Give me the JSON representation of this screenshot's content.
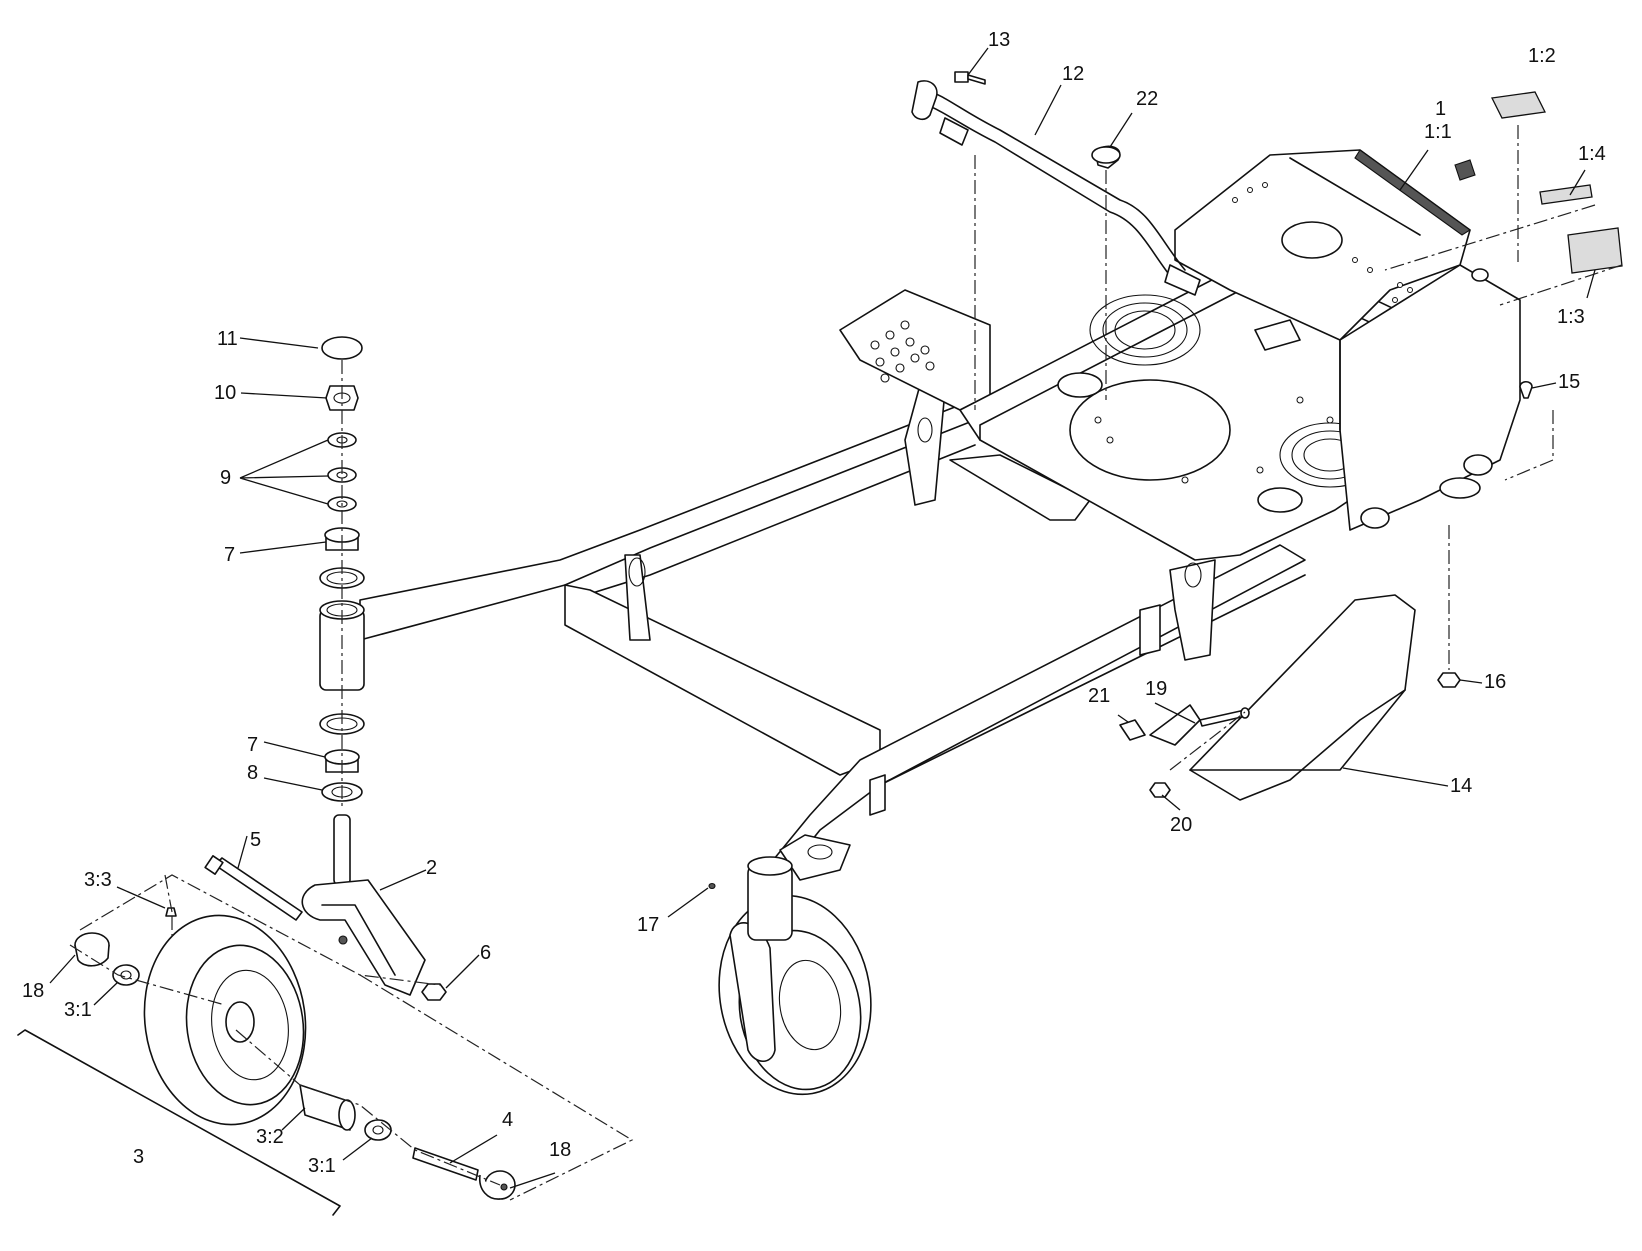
{
  "callouts": {
    "c1": "1",
    "c1_1": "1:1",
    "c1_2": "1:2",
    "c1_3": "1:3",
    "c1_4": "1:4",
    "c2": "2",
    "c3": "3",
    "c3_1a": "3:1",
    "c3_1b": "3:1",
    "c3_2": "3:2",
    "c3_3": "3:3",
    "c4": "4",
    "c5": "5",
    "c6": "6",
    "c7a": "7",
    "c7b": "7",
    "c8": "8",
    "c9": "9",
    "c10": "10",
    "c11": "11",
    "c12": "12",
    "c13": "13",
    "c14": "14",
    "c15": "15",
    "c16": "16",
    "c17": "17",
    "c18a": "18",
    "c18b": "18",
    "c19": "19",
    "c20": "20",
    "c21": "21",
    "c22": "22"
  }
}
